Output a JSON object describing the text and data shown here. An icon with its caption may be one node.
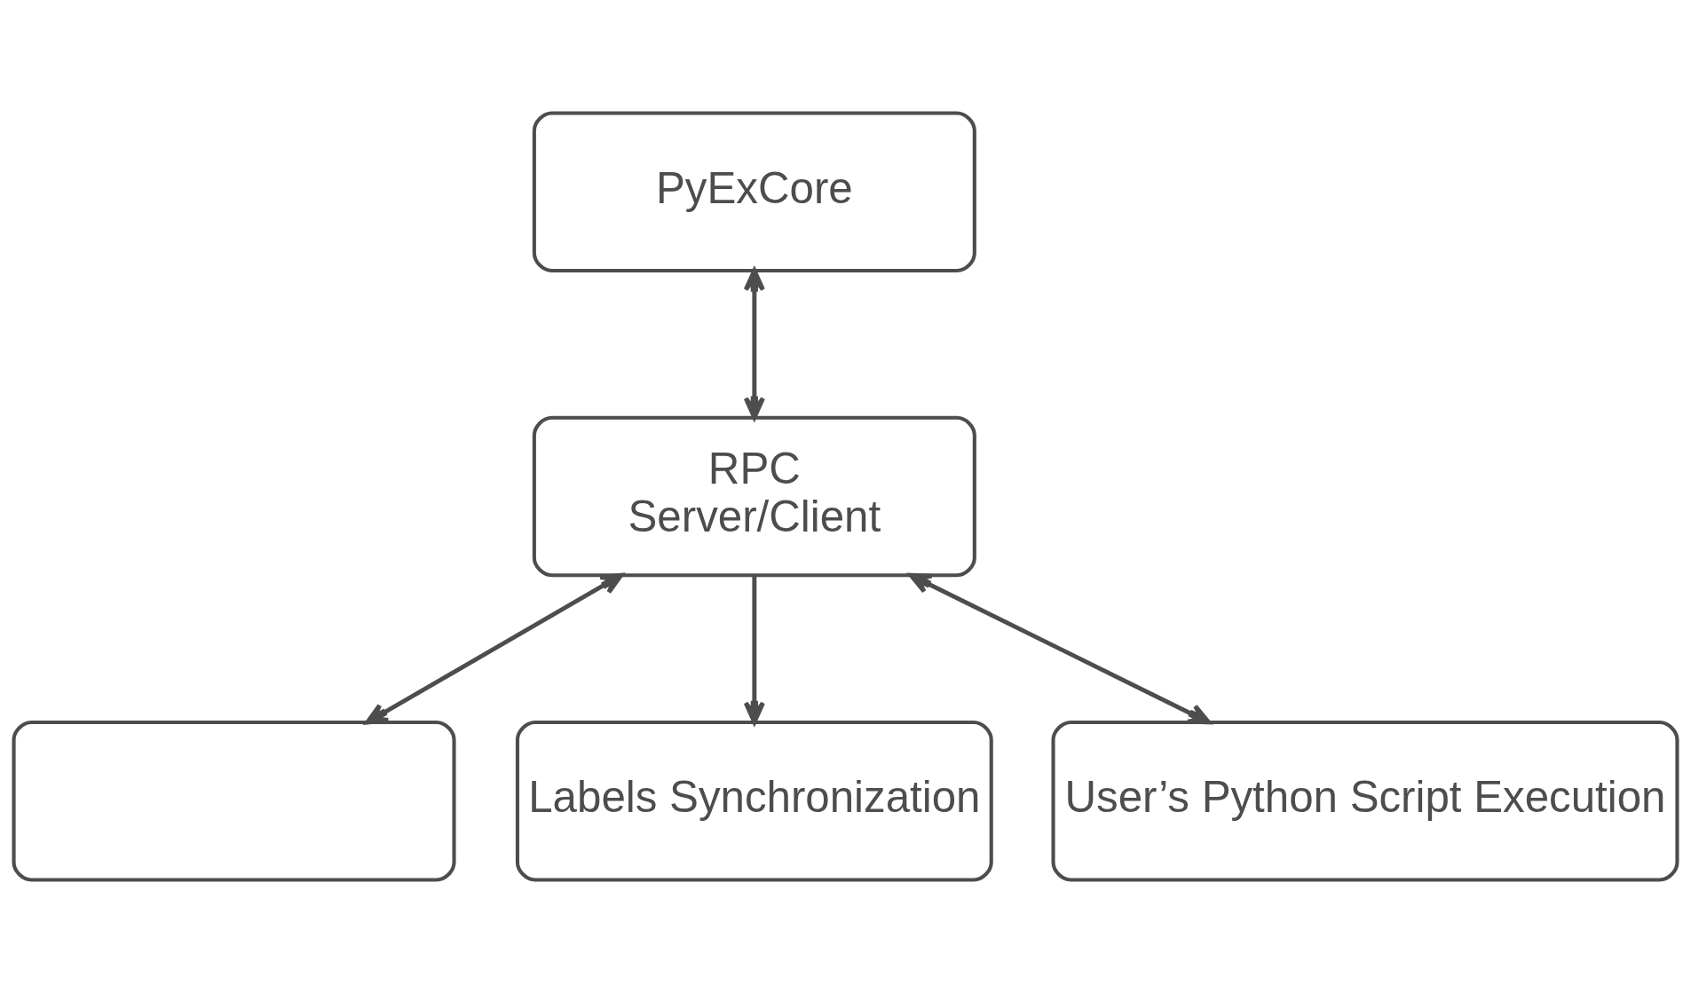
{
  "diagram": {
    "nodes": [
      {
        "text": [
          "PyExCore"
        ]
      },
      {
        "text": [
          "RPC",
          "Server/Client"
        ]
      },
      {
        "text": [],
        "shape": "box"
      },
      {
        "text": [
          "Labels Synchronization"
        ]
      },
      {
        "text": [
          "User’s Python Script Execution"
        ]
      }
    ],
    "edges": [
      {
        "from": 1,
        "to": 0,
        "arrow": "both"
      },
      {
        "from": 1,
        "to": 2,
        "arrow": "both"
      },
      {
        "from": 1,
        "to": 3,
        "arrow": "to"
      },
      {
        "from": 1,
        "to": 4,
        "arrow": "both"
      }
    ]
  }
}
